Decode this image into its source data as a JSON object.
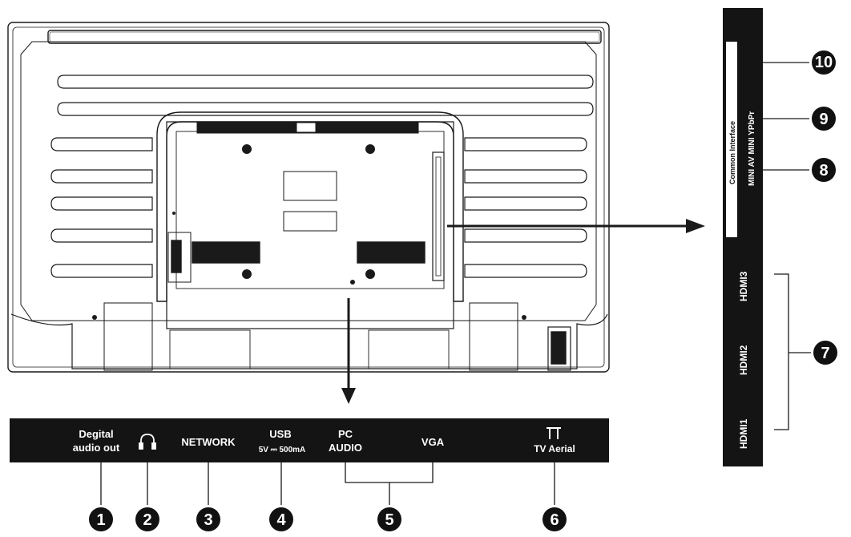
{
  "bottom_panel": {
    "digital_audio_line1": "Degital",
    "digital_audio_line2": "audio out",
    "headphone_icon": "headphone-icon",
    "network": "NETWORK",
    "usb": "USB",
    "usb_rating": "5V ⎓ 500mA",
    "pc_audio_line1": "PC",
    "pc_audio_line2": "AUDIO",
    "vga": "VGA",
    "aerial_icon": "antenna-icon",
    "tv_aerial": "TV Aerial"
  },
  "side_panel": {
    "common_interface": "Common Interface",
    "mini_av": "MINI AV MINI YPbPr",
    "hdmi3": "HDMI3",
    "hdmi2": "HDMI2",
    "hdmi1": "HDMI1"
  },
  "callouts": [
    "1",
    "2",
    "3",
    "4",
    "5",
    "6",
    "7",
    "8",
    "9",
    "10"
  ]
}
